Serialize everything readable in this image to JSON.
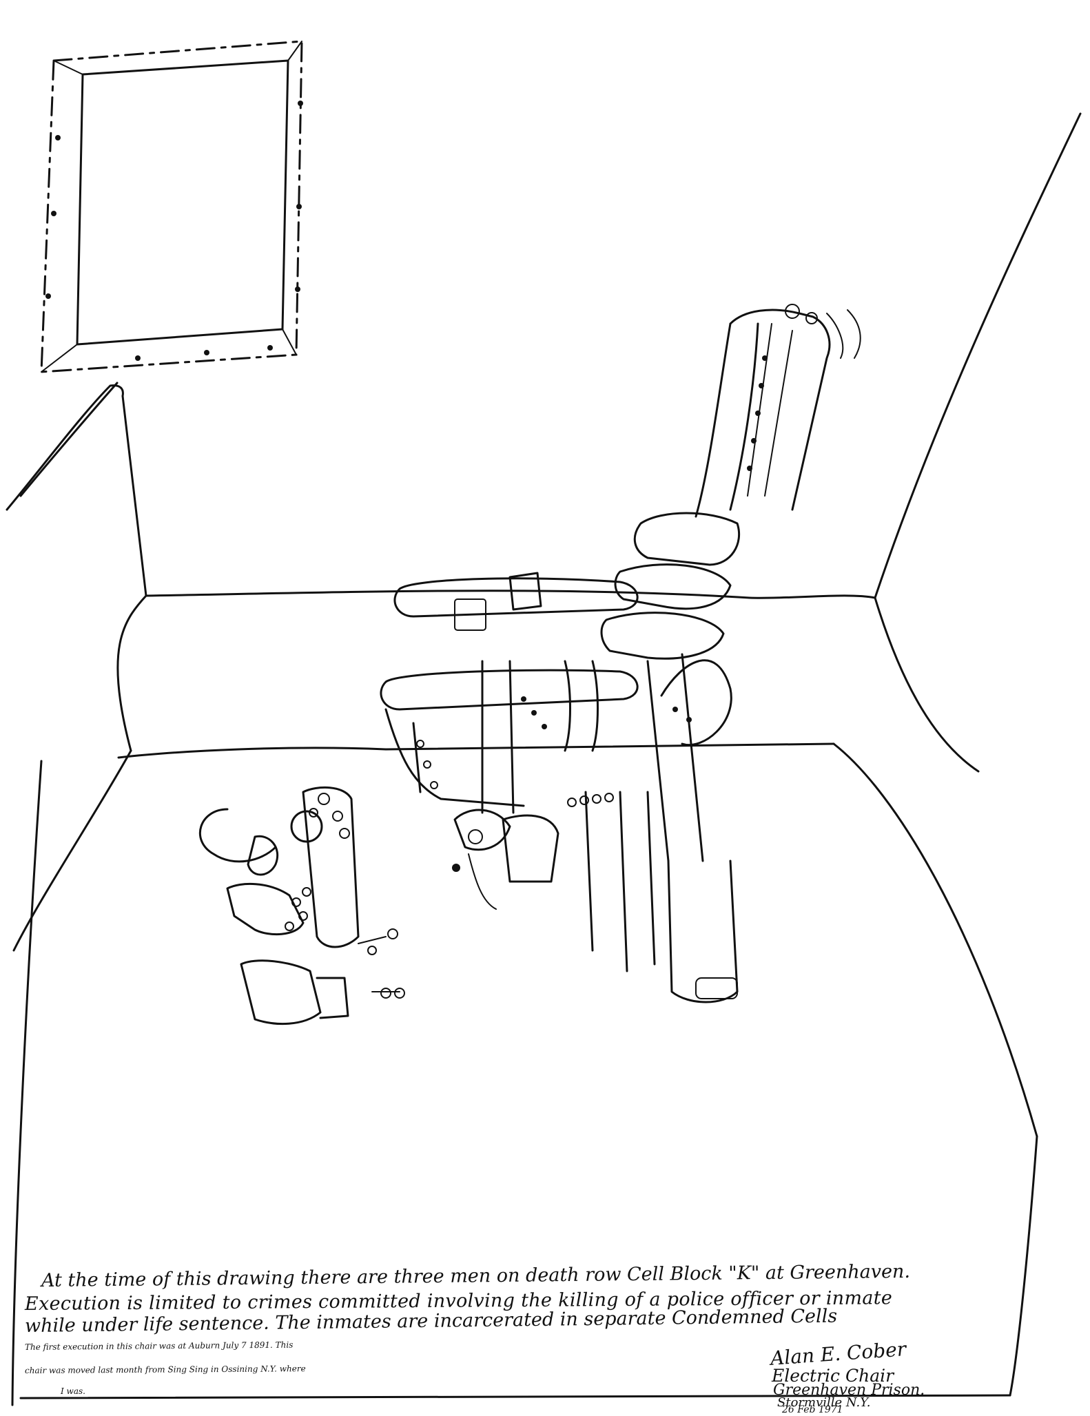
{
  "caption": {
    "line1": "At the time of this drawing there are three men on death row Cell Block \"K\" at Greenhaven.",
    "line2": "Execution is limited to crimes committed involving the killing of a police officer or inmate",
    "line3": "while under life sentence. The inmates are incarcerated in separate Condemned Cells",
    "line4": "The first execution in this chair was at Auburn July 7 1891. This",
    "line5": "chair was moved last month from Sing Sing in Ossining N.Y. where",
    "line6": "I was."
  },
  "signature": {
    "artist": "Alan E. Cober",
    "subject": "Electric Chair",
    "place": "Greenhaven Prison.",
    "town": "Stormville N.Y.",
    "date": "26 Feb 1971"
  }
}
